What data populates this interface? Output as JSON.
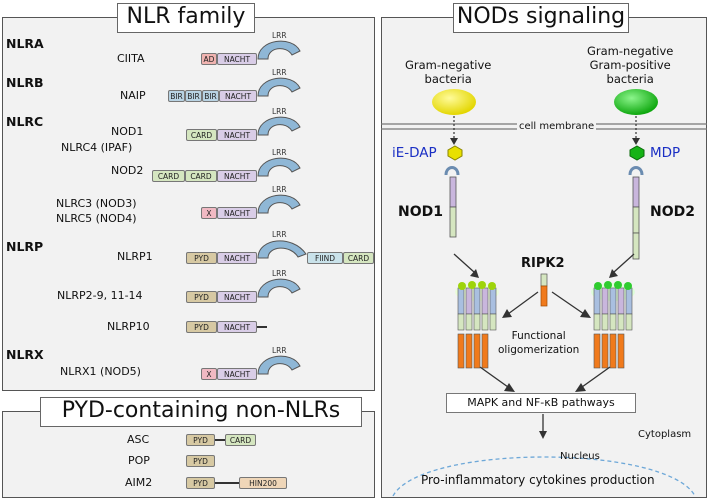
{
  "left": {
    "title": "NLR family",
    "groups": {
      "nlra": "NLRA",
      "nlrb": "NLRB",
      "nlrc": "NLRC",
      "nlrp": "NLRP",
      "nlrx": "NLRX"
    },
    "proteins": {
      "ciita": "CIITA",
      "naip": "NAIP",
      "nod1": "NOD1",
      "nlrc4": "NLRC4 (IPAF)",
      "nod2": "NOD2",
      "nlrc3": "NLRC3 (NOD3)",
      "nlrc5": "NLRC5 (NOD4)",
      "nlrp1": "NLRP1",
      "nlrp2": "NLRP2-9, 11-14",
      "nlrp10": "NLRP10",
      "nlrx1": "NLRX1 (NOD5)"
    },
    "domains": {
      "ad": "AD",
      "nacht": "NACHT",
      "bir": "BIR",
      "card": "CARD",
      "x": "X",
      "pyd": "PYD",
      "fiind": "FIIND",
      "lrr": "LRR",
      "hin": "HIN200"
    }
  },
  "bottom_left": {
    "title": "PYD-containing non-NLRs",
    "proteins": {
      "asc": "ASC",
      "pop": "POP",
      "aim2": "AIM2"
    }
  },
  "right": {
    "title": "NODs signaling",
    "bact_left": "Gram-negative\nbacteria",
    "bact_right": "Gram-negative\nGram-positive\nbacteria",
    "membrane": "cell membrane",
    "ligand_left": "iE-DAP",
    "ligand_right": "MDP",
    "nod1": "NOD1",
    "nod2": "NOD2",
    "ripk2": "RIPK2",
    "functional": "Functional\noligomerization",
    "pathways": "MAPK and NF-κB pathways",
    "cytoplasm": "Cytoplasm",
    "nucleus": "Nucleus",
    "production": "Pro-inflammatory cytokines production"
  },
  "colors": {
    "bacteria_left": "#f1ea14",
    "bacteria_right": "#18c41a",
    "ligand_text": "#1a2fc4",
    "lrr": "#8fb7d6"
  }
}
